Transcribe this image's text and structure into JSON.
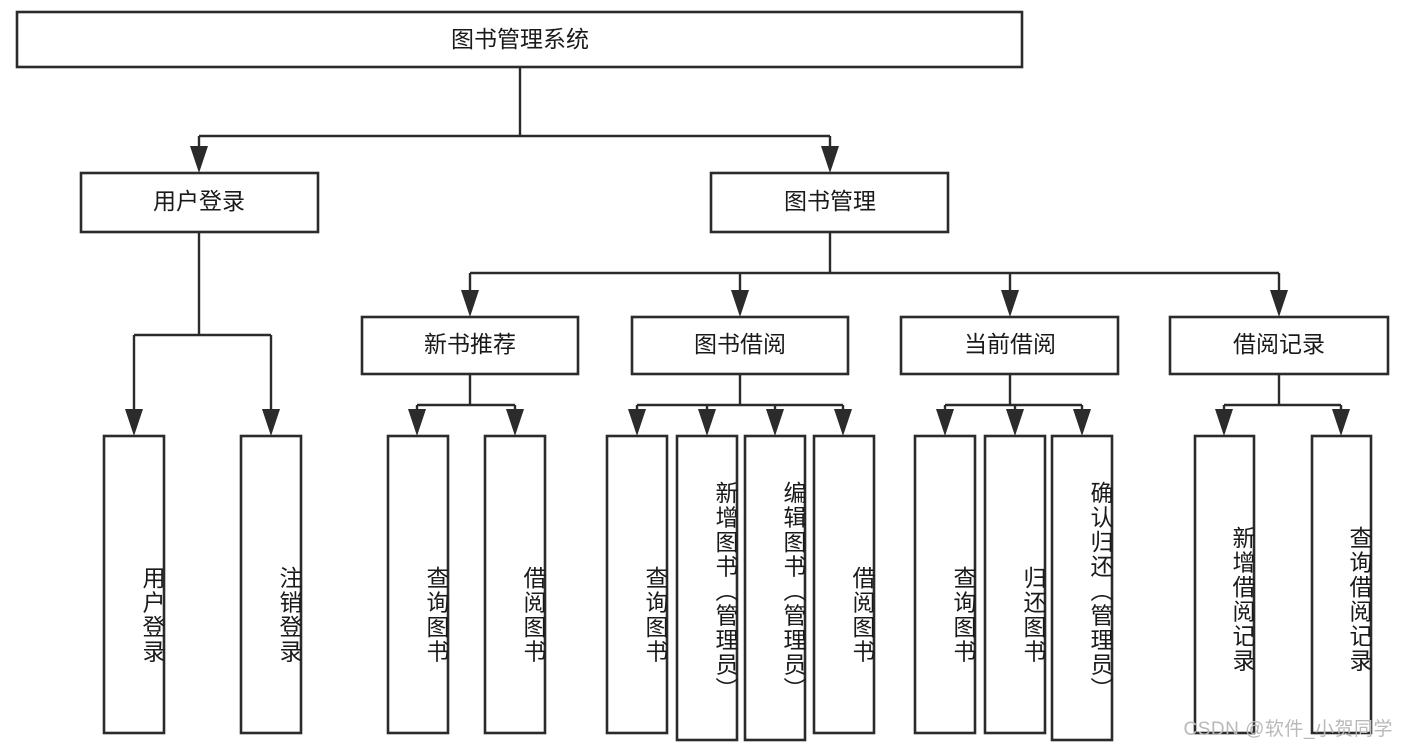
{
  "diagram": {
    "type": "tree-hierarchy",
    "title": "图书管理系统",
    "orientation": "top-down",
    "watermark": "CSDN @软件_小贺同学",
    "colors": {
      "box_stroke": "#2b2b2b",
      "box_fill": "#ffffff",
      "connector": "#2b2b2b",
      "text": "#1a1a1a",
      "background": "#ffffff",
      "watermark": "#b9b9b9"
    },
    "root": {
      "label": "图书管理系统",
      "level": 0
    },
    "level1": [
      {
        "label": "用户登录",
        "level": 1
      },
      {
        "label": "图书管理",
        "level": 1
      }
    ],
    "level2": [
      {
        "label": "新书推荐",
        "level": 2,
        "parent": "图书管理"
      },
      {
        "label": "图书借阅",
        "level": 2,
        "parent": "图书管理"
      },
      {
        "label": "当前借阅",
        "level": 2,
        "parent": "图书管理"
      },
      {
        "label": "借阅记录",
        "level": 2,
        "parent": "图书管理"
      }
    ],
    "leaves": [
      {
        "label": "用户登录",
        "parent": "用户登录",
        "orientation": "vertical"
      },
      {
        "label": "注销登录",
        "parent": "用户登录",
        "orientation": "vertical"
      },
      {
        "label": "查询图书",
        "parent": "新书推荐",
        "orientation": "vertical"
      },
      {
        "label": "借阅图书",
        "parent": "新书推荐",
        "orientation": "vertical"
      },
      {
        "label": "查询图书",
        "parent": "图书借阅",
        "orientation": "vertical"
      },
      {
        "label": "新增图书（管理员）",
        "parent": "图书借阅",
        "orientation": "vertical"
      },
      {
        "label": "编辑图书（管理员）",
        "parent": "图书借阅",
        "orientation": "vertical"
      },
      {
        "label": "借阅图书",
        "parent": "图书借阅",
        "orientation": "vertical"
      },
      {
        "label": "查询图书",
        "parent": "当前借阅",
        "orientation": "vertical"
      },
      {
        "label": "归还图书",
        "parent": "当前借阅",
        "orientation": "vertical"
      },
      {
        "label": "确认归还（管理员）",
        "parent": "当前借阅",
        "orientation": "vertical"
      },
      {
        "label": "新增借阅记录",
        "parent": "借阅记录",
        "orientation": "vertical"
      },
      {
        "label": "查询借阅记录",
        "parent": "借阅记录",
        "orientation": "vertical"
      }
    ]
  }
}
